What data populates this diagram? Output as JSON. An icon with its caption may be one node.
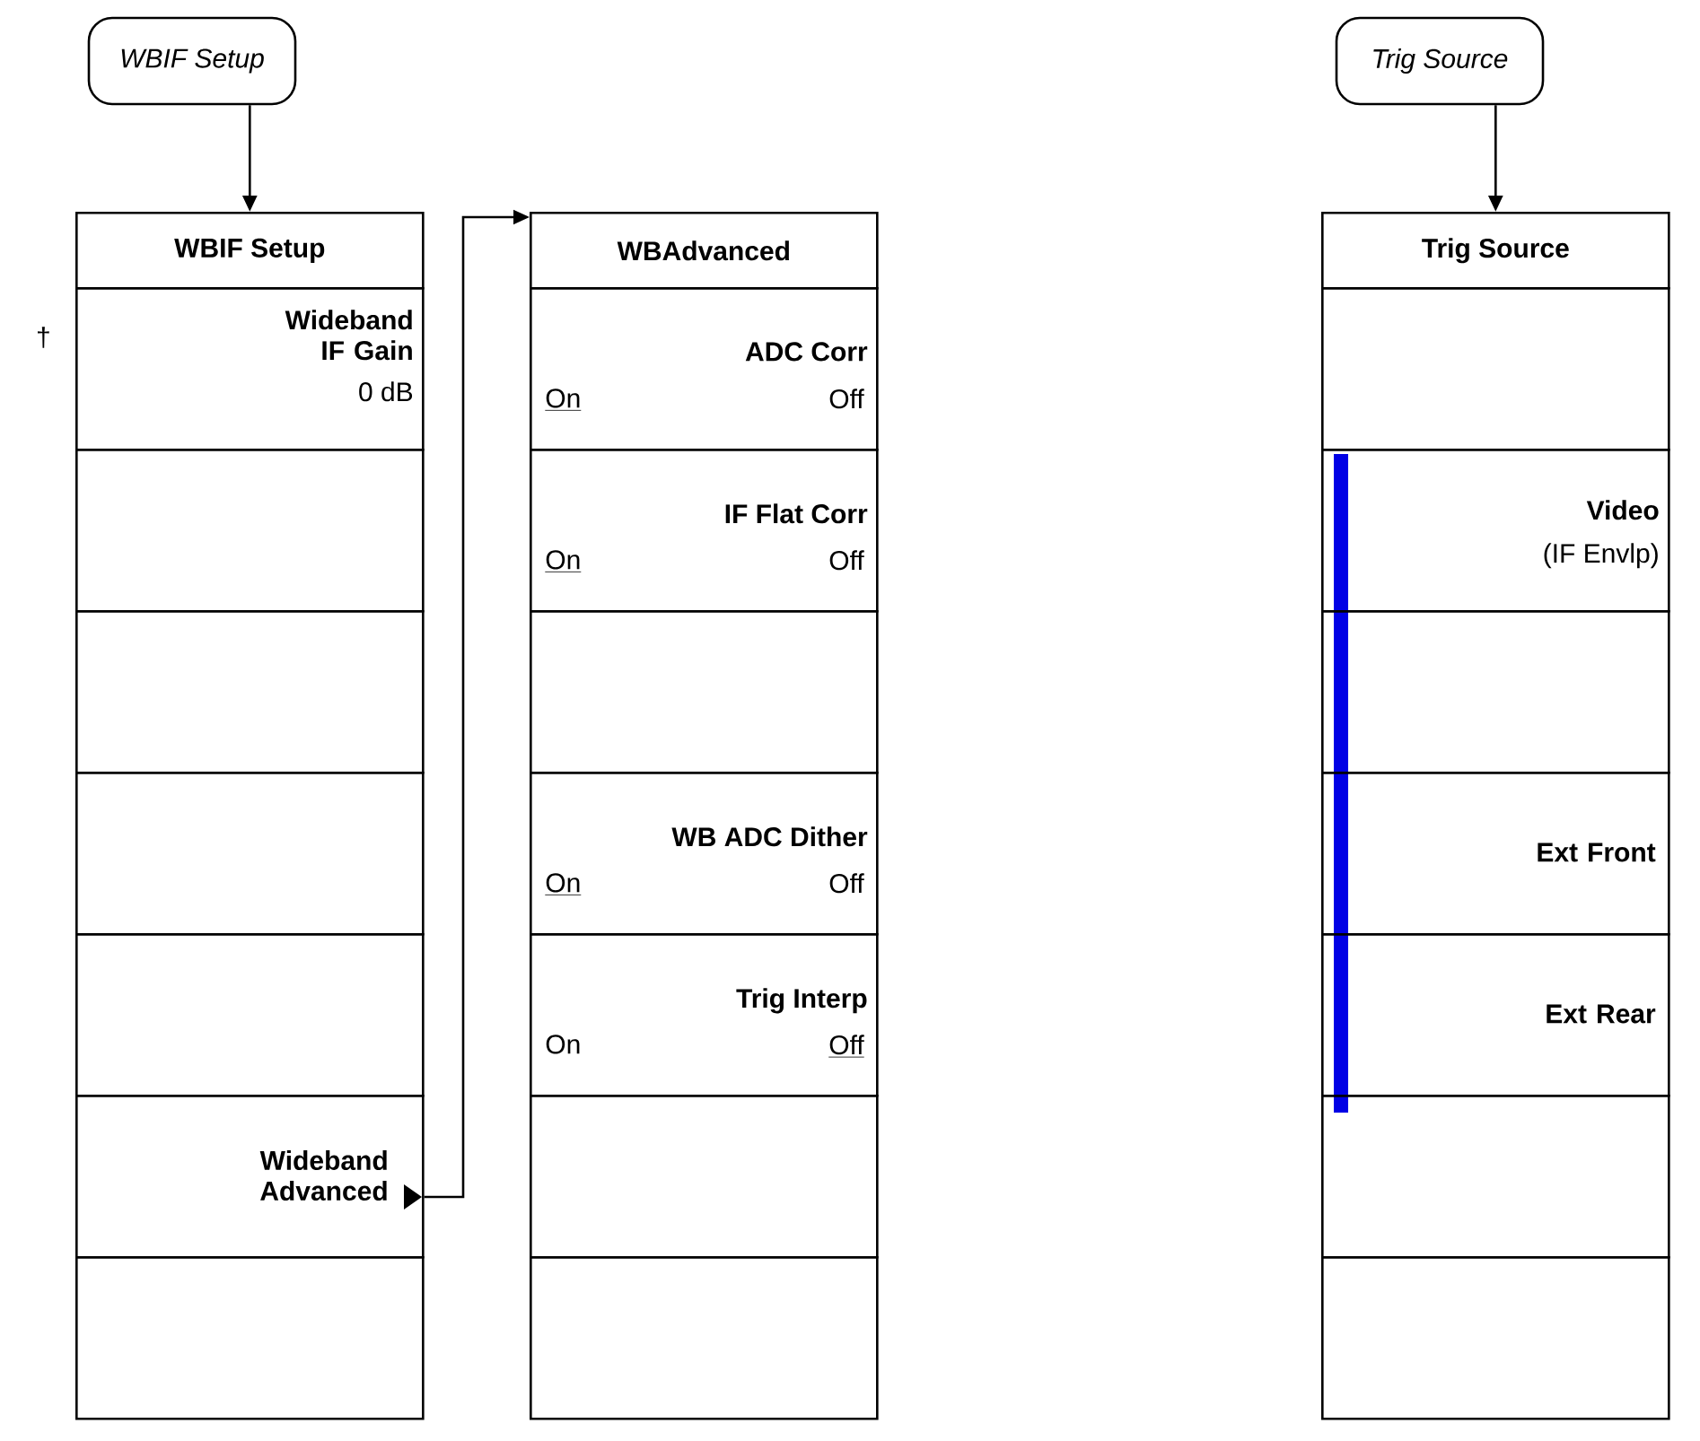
{
  "diagram": {
    "nodes": [
      {
        "text": [
          "WBIF Setup"
        ]
      },
      {
        "text": [
          "WBIF Setup"
        ]
      },
      {
        "text": [
          "Wideband IF Gain",
          "0 dB"
        ],
        "beside": [
          "†"
        ]
      },
      {
        "text": [],
        "shape": "box"
      },
      {
        "text": [],
        "shape": "box"
      },
      {
        "text": [],
        "shape": "box"
      },
      {
        "text": [],
        "shape": "box"
      },
      {
        "text": [
          "Wideband Advanced"
        ]
      },
      {
        "text": [],
        "shape": "box"
      },
      {
        "text": [
          "WBAdvanced"
        ]
      },
      {
        "text": [
          "ADC Corr",
          "On",
          "Off"
        ]
      },
      {
        "text": [
          "IF Flat Corr",
          "On",
          "Off"
        ]
      },
      {
        "text": [],
        "shape": "box"
      },
      {
        "text": [
          "WB ADC Dither",
          "On",
          "Off"
        ]
      },
      {
        "text": [
          "Trig Interp",
          "On",
          "Off"
        ]
      },
      {
        "text": [],
        "shape": "box"
      },
      {
        "text": [],
        "shape": "box"
      },
      {
        "text": [
          "Trig Source"
        ]
      },
      {
        "text": [
          "Trig Source"
        ]
      },
      {
        "text": [],
        "shape": "box"
      },
      {
        "text": [
          "Video",
          "(IF Envlp)"
        ]
      },
      {
        "text": [],
        "shape": "box"
      },
      {
        "text": [
          "Ext Front"
        ]
      },
      {
        "text": [
          "Ext Rear"
        ]
      },
      {
        "text": [],
        "shape": "box"
      },
      {
        "text": [],
        "shape": "box"
      }
    ],
    "edges": [
      {
        "from": 0,
        "to": 1,
        "arrow": "to"
      },
      {
        "from": 7,
        "to": 9,
        "arrow": "to"
      },
      {
        "from": 17,
        "to": 18,
        "arrow": "to"
      }
    ]
  }
}
